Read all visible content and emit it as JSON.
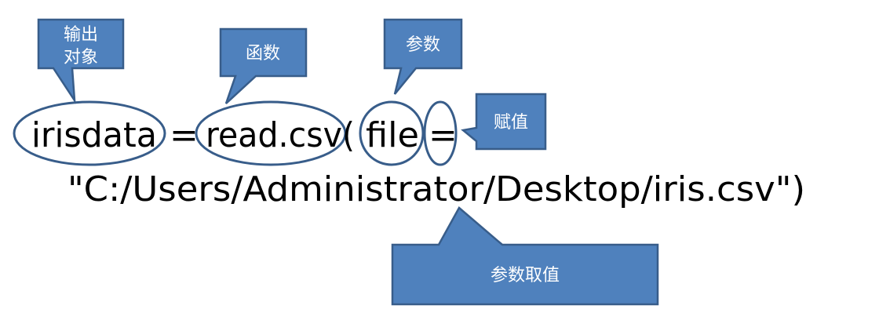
{
  "code": {
    "output_object": "irisdata",
    "assign_op_1": "=",
    "function_name": "read.csv(",
    "param_name": "file",
    "assign_op_2": "=",
    "param_value": "\"C:/Users/Administrator/Desktop/iris.csv\")"
  },
  "callouts": {
    "output_object_line1": "输出",
    "output_object_line2": "对象",
    "function": "函数",
    "parameter": "参数",
    "assignment": "赋值",
    "parameter_value": "参数取值"
  },
  "colors": {
    "callout_fill": "#4F81BD",
    "callout_border": "#385D8A"
  }
}
